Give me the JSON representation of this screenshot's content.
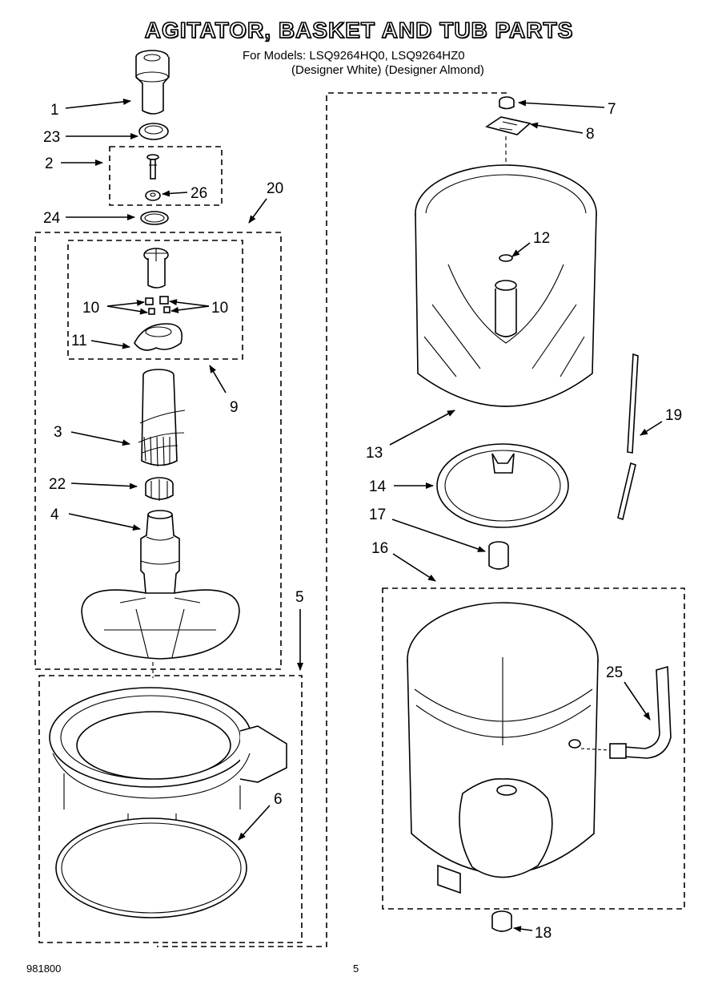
{
  "header": {
    "title": "AGITATOR, BASKET AND TUB PARTS",
    "models": "For Models: LSQ9264HQ0, LSQ9264HZ0",
    "variants": "(Designer White)  (Designer Almond)"
  },
  "footer": {
    "code": "981800",
    "page": "5"
  },
  "callouts": {
    "c1": "1",
    "c2": "2",
    "c3": "3",
    "c4": "4",
    "c5": "5",
    "c6": "6",
    "c7": "7",
    "c8": "8",
    "c9": "9",
    "c10a": "10",
    "c10b": "10",
    "c11": "11",
    "c12": "12",
    "c13": "13",
    "c14": "14",
    "c16": "16",
    "c17": "17",
    "c18": "18",
    "c19": "19",
    "c20": "20",
    "c22": "22",
    "c23": "23",
    "c24": "24",
    "c25": "25",
    "c26": "26"
  }
}
